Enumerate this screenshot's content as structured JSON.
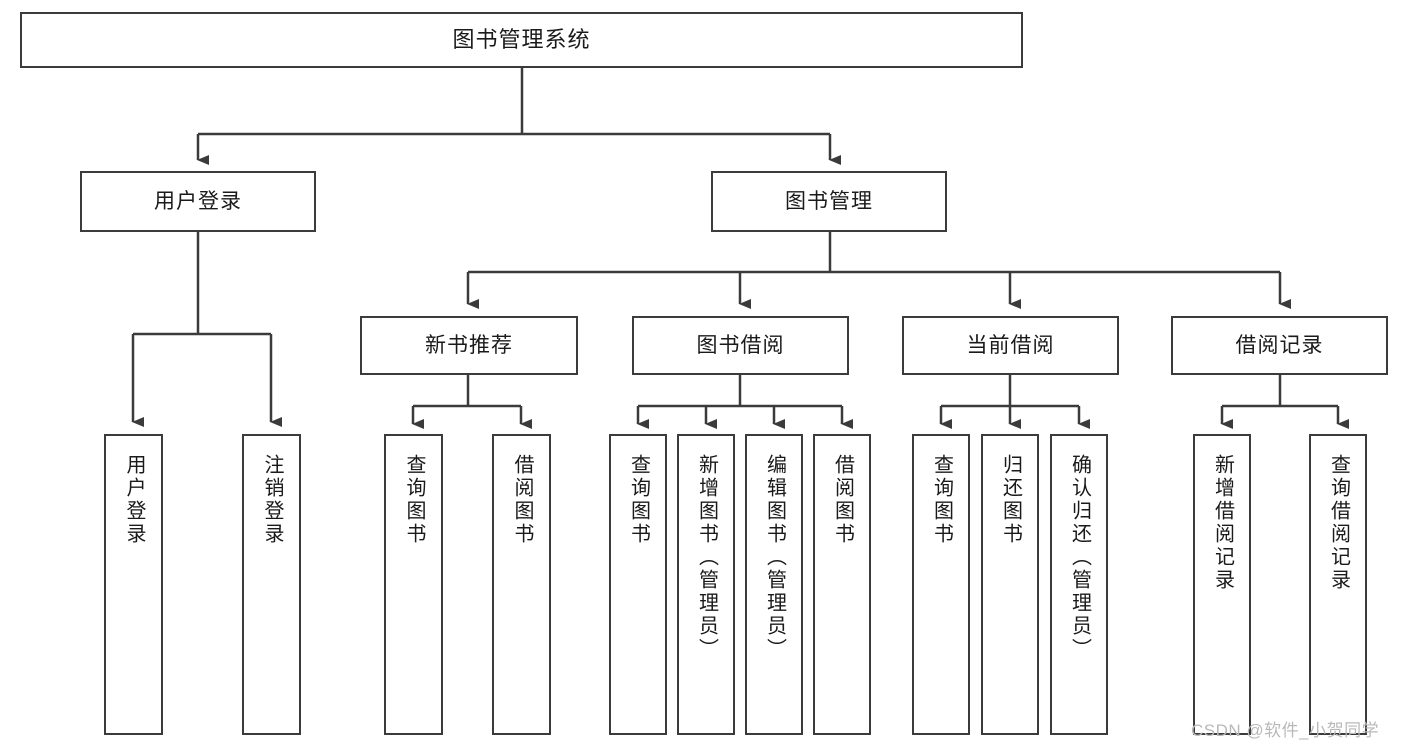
{
  "diagram": {
    "title": "图书管理系统",
    "type": "tree",
    "watermark": "CSDN @软件_小贺同学",
    "colors": {
      "border": "#3b3b3b",
      "background": "#ffffff",
      "text": "#1a1a1a",
      "connector": "#3b3b3b",
      "watermark": "#b9b9b9"
    },
    "nodes": {
      "root": {
        "label": "图书管理系统"
      },
      "level2": [
        {
          "id": "user-login",
          "label": "用户登录"
        },
        {
          "id": "book-management",
          "label": "图书管理"
        }
      ],
      "level3": [
        {
          "id": "new-book-recommend",
          "label": "新书推荐"
        },
        {
          "id": "book-borrow",
          "label": "图书借阅"
        },
        {
          "id": "current-borrow",
          "label": "当前借阅"
        },
        {
          "id": "borrow-record",
          "label": "借阅记录"
        }
      ],
      "leaves": {
        "user-login": [
          {
            "id": "leaf-user-login",
            "label": "用户登录"
          },
          {
            "id": "leaf-logout",
            "label": "注销登录"
          }
        ],
        "new-book-recommend": [
          {
            "id": "leaf-query-book-1",
            "label": "查询图书"
          },
          {
            "id": "leaf-borrow-book-1",
            "label": "借阅图书"
          }
        ],
        "book-borrow": [
          {
            "id": "leaf-query-book-2",
            "label": "查询图书"
          },
          {
            "id": "leaf-add-book",
            "label": "新增图书（管理员）"
          },
          {
            "id": "leaf-edit-book",
            "label": "编辑图书（管理员）"
          },
          {
            "id": "leaf-borrow-book-2",
            "label": "借阅图书"
          }
        ],
        "current-borrow": [
          {
            "id": "leaf-query-book-3",
            "label": "查询图书"
          },
          {
            "id": "leaf-return-book",
            "label": "归还图书"
          },
          {
            "id": "leaf-confirm-return",
            "label": "确认归还（管理员）"
          }
        ],
        "borrow-record": [
          {
            "id": "leaf-add-record",
            "label": "新增借阅记录"
          },
          {
            "id": "leaf-query-record",
            "label": "查询借阅记录"
          }
        ]
      }
    }
  }
}
